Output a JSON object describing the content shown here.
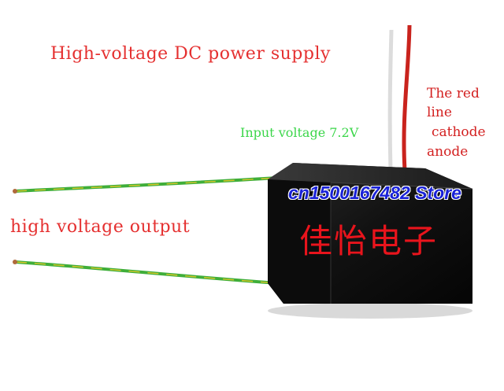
{
  "colors": {
    "background": "#ffffff",
    "module_body": "#111111",
    "wire_green": "#3fae3a",
    "wire_yellow": "#d8c72a",
    "wire_red": "#c9231d",
    "wire_white": "#e8e8e8",
    "label_red": "#e53030",
    "label_green": "#3bd64a",
    "watermark_blue": "#1a22d8",
    "brand_red": "#e8141c"
  },
  "labels": {
    "title": "High-voltage DC power supply",
    "input_voltage": "Input voltage 7.2V",
    "red_line_1": "The red",
    "red_line_2": "line",
    "red_line_3": "cathode",
    "red_line_4": "anode",
    "hv_output": "high voltage output"
  },
  "watermark": "cn1500167482 Store",
  "brand_text": "佳怡电子"
}
